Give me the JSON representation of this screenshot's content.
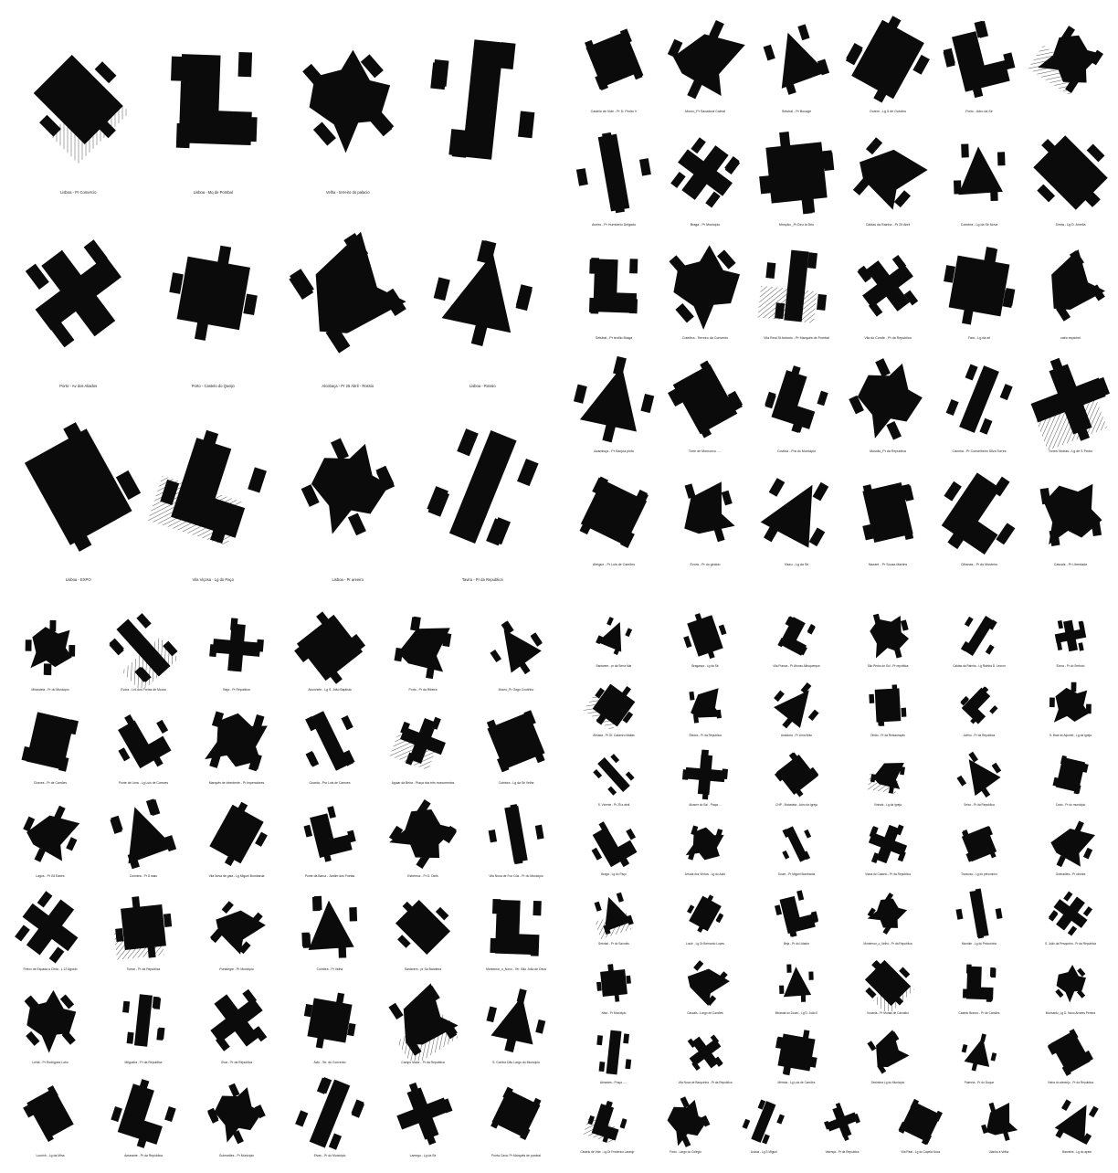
{
  "quadrants": [
    {
      "id": "q1",
      "cols": 4,
      "rows": [
        4,
        4,
        4
      ],
      "labels": [
        "Lisboa - Pr Comercio",
        "Lisboa - Mq de Pombal",
        "Velha - terreiro do palacio",
        "",
        "Porto - Av dos Aliados",
        "Porto - Castelo do Queijo",
        "Alcobaça - Pr 25 Abril - Rossio",
        "Lisboa - Rossio",
        "Lisboa - EXPO",
        "Vila Viçosa - Lg do Paço",
        "Lisboa - Pr areeiro",
        "Tavira - Pr da Republica"
      ]
    },
    {
      "id": "q2",
      "cols": 6,
      "rows": [
        6,
        6,
        6,
        6,
        6
      ],
      "labels": [
        "Castelo de Vide - Pr D. Pedro V",
        "Mouro_Pr Sacadura Cabral",
        "Setubal - Pr Bocage",
        "Ourem - Lg 5 de Outubro",
        "Porto - Adro da Sé",
        "",
        "Aveiro - Pr Humberto Delgado",
        "Braga - Pr Municipio",
        "Monção _Pr Deu la Deu",
        "Caldas da Rainha - Pr 25 Abril",
        "Coimbra - Lg da Sé Nova",
        "Sintra - Lg D. Amélia",
        "Setubal - Pr teofilo Braga",
        "Coimbra - Terreiro da Convento",
        "Vila Real St Antonio - Pr Marquês de Pombal",
        "Vila do Conde - Pr da Republica",
        "Faro - Lg da sé",
        "cabo espichel",
        "Azambuja - Pr Sanjoa pinto",
        "Torre de Moncorvo - ...",
        "Covilha - Pra do Municipio",
        "Mourão_Pr da Republica",
        "Camiha - Pr Conselheiro Silva Torres",
        "Torres Vedras - Lg de S Pedro",
        "Abrigue - Pr Luis de Camões",
        "Évora - Pr do giraldo",
        "Viseu - Lg da Sé",
        "Nazaré - Pr Sousa Martins",
        "Olhanas - Pr do Mosteiro",
        "Cascais - Pr Liberdade"
      ]
    },
    {
      "id": "q3",
      "cols": 6,
      "rows": [
        6,
        6,
        6,
        6,
        6,
        6
      ],
      "labels": [
        "Mirandela - Pr do Municipio",
        "Évora - Lrd dos Portas de Moura",
        "Beja - Pr Republica",
        "Alcochete - Lg S. João Baptista",
        "Porto - Pr da Ribeira",
        "Mouro_Pr Gago Coutinho",
        "Chaves - Pr de Camões",
        "Ponte de Lima - Lg Luis de Camoes",
        "Marquês de Interdente - Pr Imperadores",
        "Guarda - Pra Luis de Camoes",
        "Aguiar da Beira - Praça dos três monumentos",
        "Coimbra - Lg da Sé Velha",
        "Lagos - Pr Gil Eanes",
        "Coimbra - Pr 8 maio",
        "Vila Nova de gaia - Lg Miguel Bombarda",
        "Ponte da Barca - Jardim dos Poetas",
        "Estremoz - Pr D. Dinis",
        "Vila Nova de Foz Côa - Pr do Municipio",
        "Freixo de Espada a Cinta - L 12 Agosto",
        "Tomar - Pr da Republica",
        "Portalegre - Pr Municipio",
        "Coimbra - Pr Velha",
        "Santarem - pr Sa Bandeira",
        "Montemor_o_Novo - Ter. São João de Deus",
        "Leiria - Pr Rodrigues Lobo",
        "Milgueira - Pr da Republica",
        "Ovar - Pr da Republica",
        "Avis - Ter. do Convento",
        "Campo Maior - Pr da Republica",
        "S. Comba Dão Largo do Municipio",
        "Lourinh - Lg da Mina",
        "Amarante - Pr da Republica",
        "Guimarães - Pr Municipio",
        "Elvas - Pr do Municipio",
        "Lamego - Lg da Sé",
        "Ponta Cava: Pr Marquês de pombal"
      ]
    },
    {
      "id": "q4",
      "cols": 6,
      "rows": [
        6,
        6,
        6,
        6,
        6,
        6,
        6,
        7
      ],
      "labels": [
        "Santarem - pr da Serra Mar",
        "Bragança - Lg da Sé",
        "Vila Franca - Pr Afonso Albuquerque",
        "São Pedro do Sul - Pr republica",
        "Caldas da Rainha - Lg Rainha D. Leonor",
        "Évora - Pr do Sertorio",
        "Almada - Pr Dr. Casimiro Matias",
        "Óbidos - Pr da Republica",
        "Amadora - Pr Lima Brito",
        "Olhão - Pr da Restauração",
        "Aveiro - Pr da Republica",
        "S. Bras de Alportel - Lg da Igreja",
        "S. Vicente - Pr 25 a abril",
        "Alcacer do Sal - Praça ...",
        "CHP - Bobadela - Adro da Igreja",
        "Vinhais - Lg da Igreja",
        "Seixo - Pr da Republica",
        "Crato - Pr do municipio",
        "Braga - Lg do Paço",
        "Arruda dos Vinhos - Lg do Adro",
        "Soure - Pr Miguel Bombarda",
        "Viana do Castelo - Pr da Republica",
        "Trancoso - Lg do pelourinho",
        "Guimarães - Pr oliveira",
        "Setubal - Pr do Sacrotis",
        "Loulé - Lg Dr Bernardo Lopes",
        "Beja - Pr do Lidador",
        "Montemor_o_Velho - Pr da Republica",
        "Mondim - Lg do Pelourinho",
        "S. João da Pesqueira - Pr da Republica",
        "Nisa - Pr Municipio",
        "Cascais - Largo de Camões",
        "Miranda do Douro - Lg D. João II",
        "Vouzela - Pr Morais de Carvalho",
        "Castelo Branco - Pr de Camões",
        "Monsanto_Lg D. Nuno Alvares Pereira",
        "Abrantes - Praça ......",
        "Vila Nova de Barquinha - Pr da Republica",
        "Mértola - Lg Luis de Camões",
        "Sesimbra Lg do Municipio",
        "Palmela - Pr do Duque",
        "Vieira do alentejo - Pr da Republica",
        "Castelo de Vide - Lg Dr Frederico Laranjo",
        "Porto - Largo do Colégio",
        "Lisboa - Lg S Miguel",
        "Valença - Pr da Republica",
        "Vila Real - Lg do Capela Nova",
        "Ulanha a Velha",
        "Barcelos - Lg do apeio"
      ]
    }
  ],
  "colors": {
    "shape": "#0b0b0b",
    "hatch": "#555555",
    "label": "#222222"
  }
}
